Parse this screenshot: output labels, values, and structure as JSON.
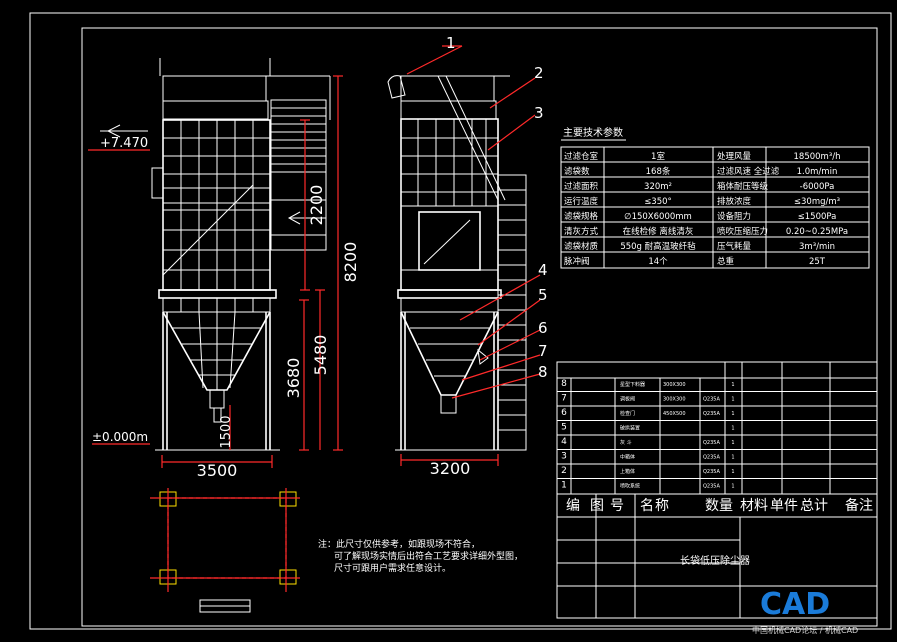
{
  "dimensions": {
    "elev_top": "+7.470",
    "elev_zero": "±0.000m",
    "h_2200": "2200",
    "h_8200": "8200",
    "h_5480": "5480",
    "h_3680": "3680",
    "h_1500": "1500",
    "w_3500": "3500",
    "w_3200": "3200"
  },
  "callouts": [
    "1",
    "2",
    "3",
    "4",
    "5",
    "6",
    "7",
    "8"
  ],
  "spec_title": "主要技术参数",
  "specs": [
    [
      "过滤仓室",
      "1室",
      "处理风量",
      "18500m³/h"
    ],
    [
      "滤袋数",
      "168条",
      "过滤风速 全过滤",
      "1.0m/min"
    ],
    [
      "过滤面积",
      "320m²",
      "箱体耐压等级",
      "-6000Pa"
    ],
    [
      "运行温度",
      "≤350°",
      "排放浓度",
      "≤30mg/m³"
    ],
    [
      "滤袋规格",
      "∅150X6000mm",
      "设备阻力",
      "≤1500Pa"
    ],
    [
      "清灰方式",
      "在线检修 离线清灰",
      "喷吹压缩压力",
      "0.20~0.25MPa"
    ],
    [
      "滤袋材质",
      "550g 耐高温玻纤毡",
      "压气耗量",
      "3m³/min"
    ],
    [
      "脉冲阀",
      "14个",
      "总重",
      "25T"
    ]
  ],
  "parts": [
    {
      "no": "8",
      "name": "星型下料器",
      "spec": "300X300",
      "mat": "",
      "qty": "1"
    },
    {
      "no": "7",
      "name": "调板阀",
      "spec": "300X300",
      "mat": "Q235A",
      "qty": "1"
    },
    {
      "no": "6",
      "name": "检查门",
      "spec": "450X500",
      "mat": "Q235A",
      "qty": "1"
    },
    {
      "no": "5",
      "name": "破拱装置",
      "spec": "",
      "mat": "",
      "qty": "1"
    },
    {
      "no": "4",
      "name": "灰 斗",
      "spec": "",
      "mat": "Q235A",
      "qty": "1"
    },
    {
      "no": "3",
      "name": "中箱体",
      "spec": "",
      "mat": "Q235A",
      "qty": "1"
    },
    {
      "no": "2",
      "name": "上箱体",
      "spec": "",
      "mat": "Q235A",
      "qty": "1"
    },
    {
      "no": "1",
      "name": "喷吹系统",
      "spec": "",
      "mat": "Q235A",
      "qty": "1"
    }
  ],
  "table_header": [
    "编",
    "图",
    "号",
    "名",
    "称",
    "数量",
    "材料",
    "单件",
    "总计",
    "备注"
  ],
  "title_block_name": "长袋低压除尘器",
  "notes": [
    "注：此尺寸仅供参考，如跟现场不符合，",
    "可了解现场实情后出符合工艺要求详细外型图，",
    "尺寸可跟用户需求任意设计。"
  ],
  "watermark": "中国机械CAD论坛 / 机械CAD"
}
